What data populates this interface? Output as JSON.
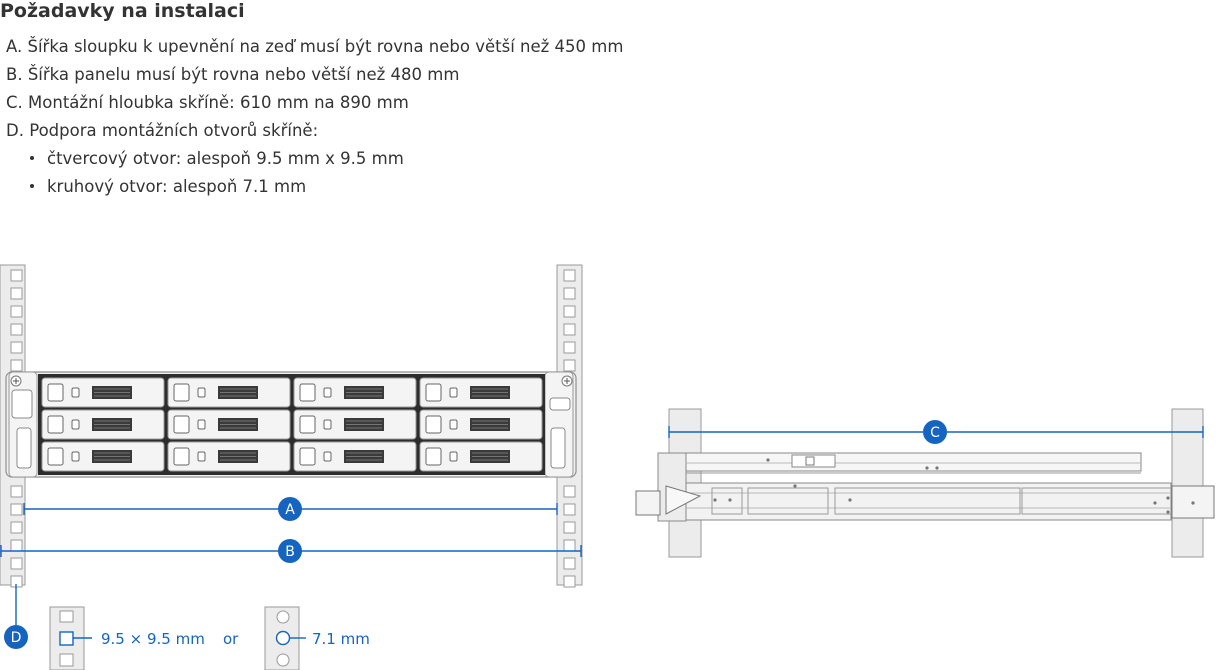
{
  "heading": "Požadavky na instalaci",
  "requirements": [
    {
      "label": "A.",
      "text": "Šířka sloupku k upevnění na zeď musí být rovna nebo větší než 450 mm"
    },
    {
      "label": "B.",
      "text": "Šířka panelu musí být rovna nebo větší než 480 mm"
    },
    {
      "label": "C.",
      "text": "Montážní hloubka skříně: 610 mm na 890 mm"
    },
    {
      "label": "D.",
      "text": "Podpora montážních otvorů skříně:"
    }
  ],
  "hole_types": [
    "čtvercový otvor: alespoň 9.5 mm x 9.5 mm",
    "kruhový otvor: alespoň 7.1 mm"
  ],
  "diagram": {
    "markers": [
      "A",
      "B",
      "C",
      "D"
    ],
    "square_hole_label": "9.5 × 9.5 mm",
    "or_label": "or",
    "round_hole_label": "7.1 mm",
    "drive_bays": 12
  },
  "colors": {
    "accent": "#1565c0",
    "rack_fill": "#ececec",
    "rack_stroke": "#9a9a9a",
    "text": "#333333"
  },
  "icons": [
    "screw-icon",
    "square-hole-icon",
    "round-hole-icon"
  ]
}
